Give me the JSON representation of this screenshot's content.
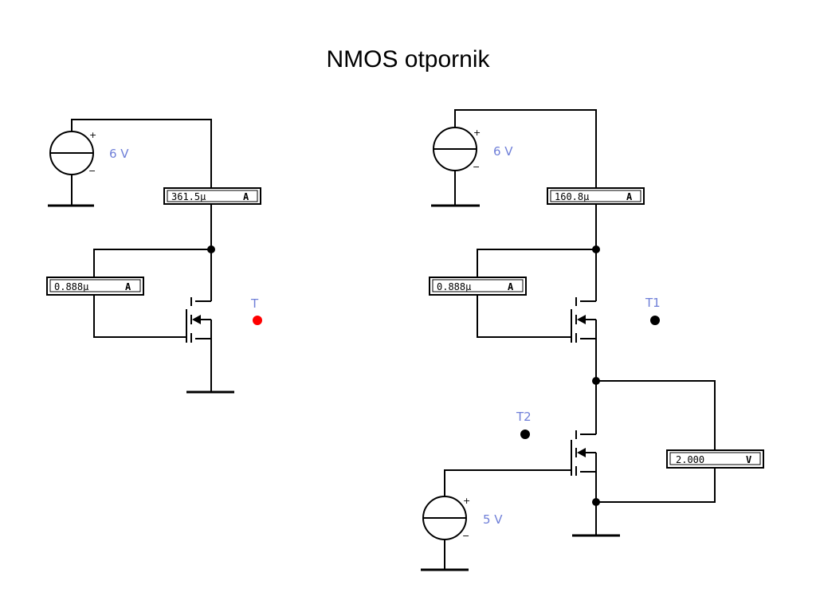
{
  "title": "NMOS otpornik",
  "left": {
    "source": "6 V",
    "ammeter_top": {
      "value": "361.5µ",
      "unit": "A"
    },
    "ammeter_gate": {
      "value": "0.888µ",
      "unit": "A"
    },
    "terminal": "T",
    "terminal_color": "#ff0000"
  },
  "right": {
    "source_top": "6 V",
    "ammeter_top": {
      "value": "160.8µ",
      "unit": "A"
    },
    "ammeter_gate": {
      "value": "0.888µ",
      "unit": "A"
    },
    "terminal_1": "T1",
    "terminal_2": "T2",
    "source_bottom": "5 V",
    "voltmeter": {
      "value": "2.000",
      "unit": "V"
    }
  },
  "colors": {
    "label": "#6f7fd8",
    "wire": "#000000"
  }
}
